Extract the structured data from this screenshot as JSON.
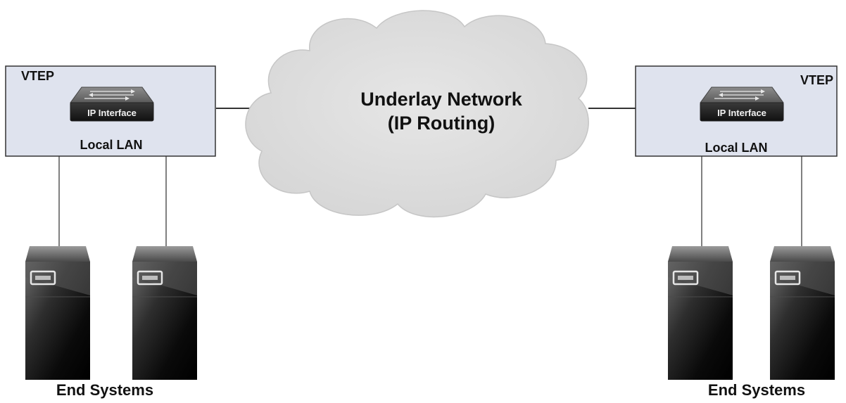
{
  "cloud": {
    "line1": "Underlay Network",
    "line2": "(IP Routing)",
    "fill": "#dcdcdc",
    "stroke": "#c8c8c8"
  },
  "left_site": {
    "vtep_label": "VTEP",
    "switch_label": "IP Interface",
    "lan_label": "Local LAN",
    "end_systems_label": "End Systems"
  },
  "right_site": {
    "vtep_label": "VTEP",
    "switch_label": "IP Interface",
    "lan_label": "Local LAN",
    "end_systems_label": "End Systems"
  },
  "colors": {
    "vtep_box_fill": "#dfe3ee",
    "vtep_box_stroke": "#333333",
    "server_dark": "#111111",
    "server_light": "#6a6a6a",
    "link": "#333333"
  },
  "icons": {
    "switch": "network-switch-icon",
    "server": "server-tower-icon",
    "cloud": "cloud-icon"
  }
}
